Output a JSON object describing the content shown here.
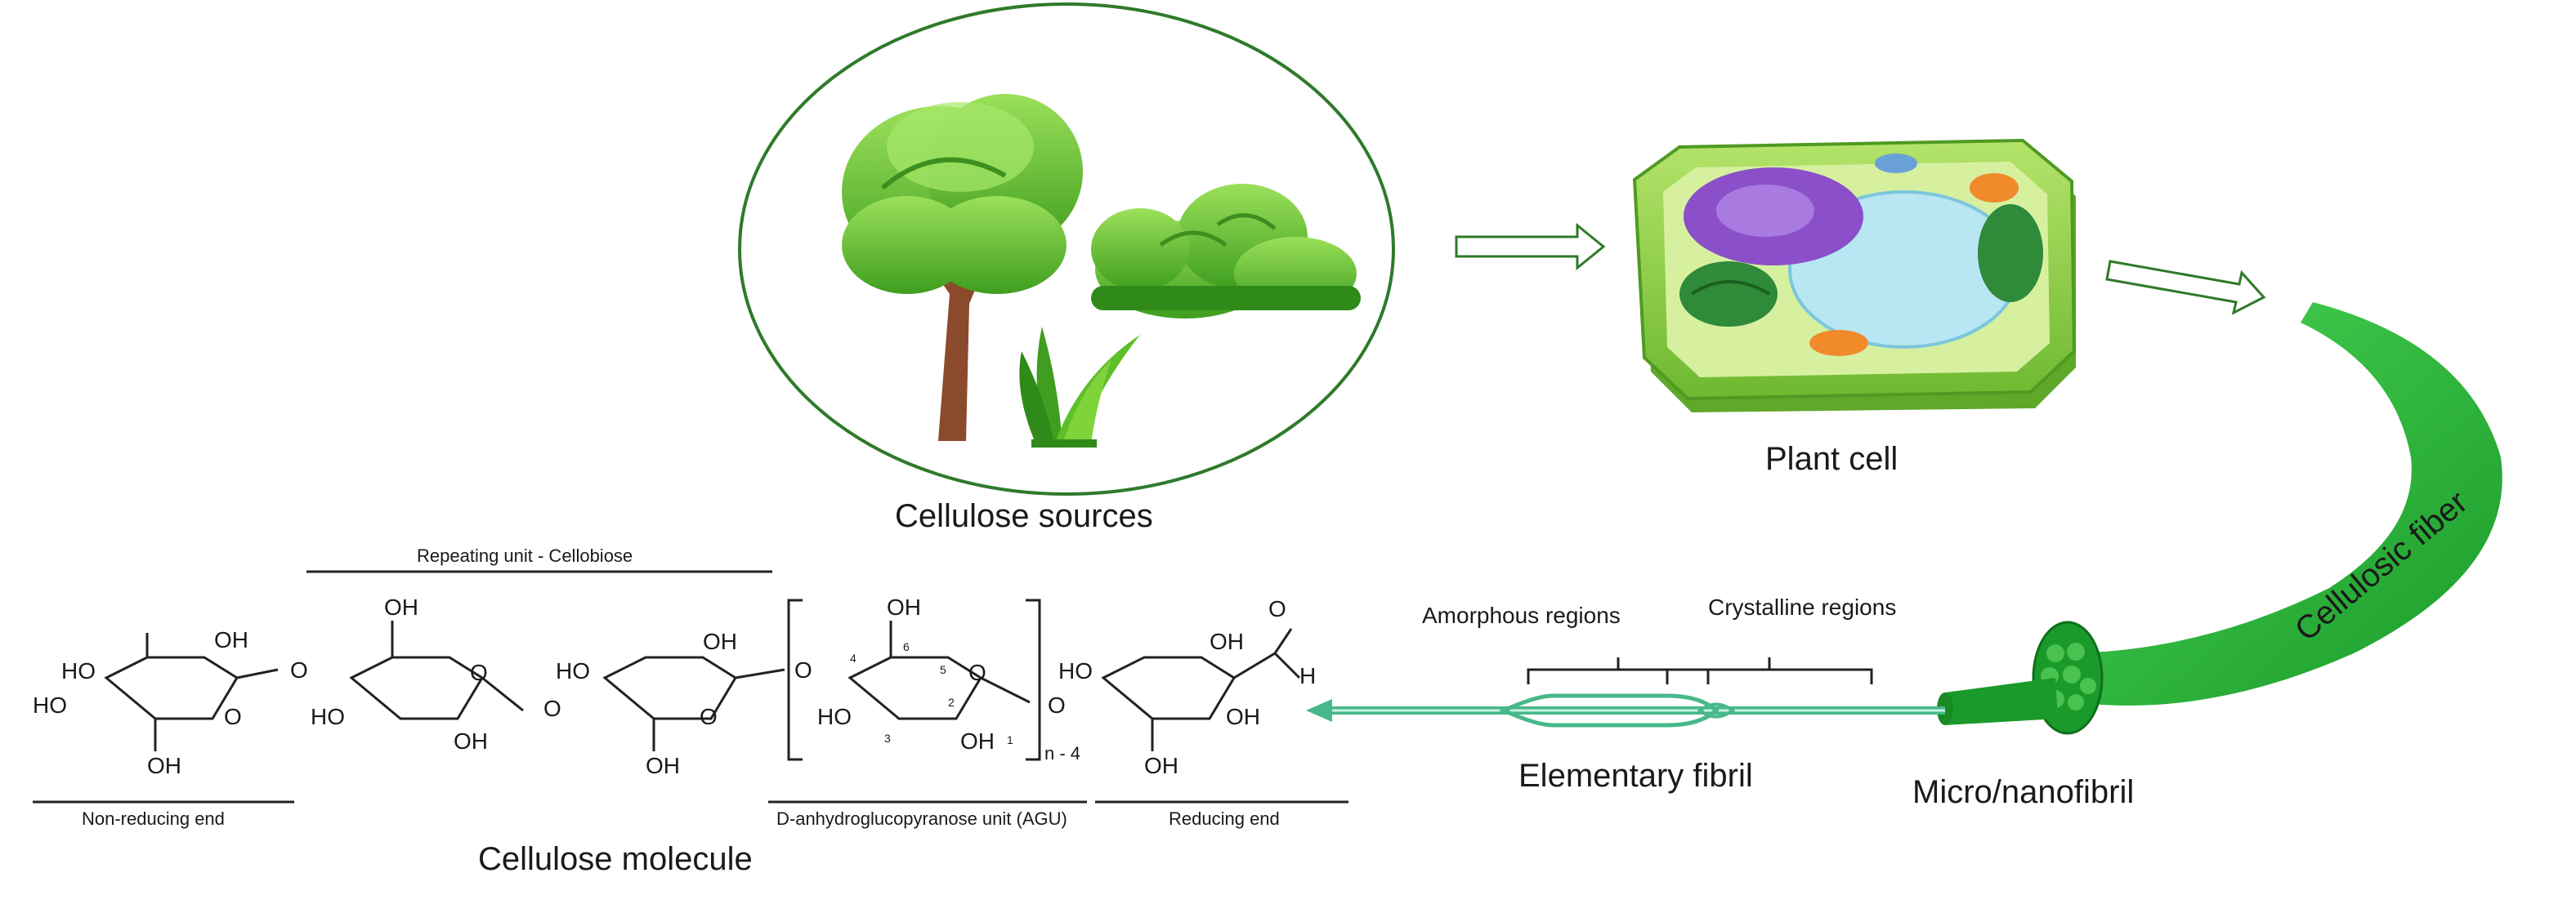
{
  "labels": {
    "cellulose_sources": "Cellulose sources",
    "plant_cell": "Plant cell",
    "cellulosic_fiber": "Cellulosic fiber",
    "micro_nanofibril": "Micro/nanofibril",
    "elementary_fibril": "Elementary fibril",
    "amorphous_regions": "Amorphous     regions",
    "crystalline_regions": "Crystalline     regions",
    "cellulose_molecule": "Cellulose molecule",
    "repeating_unit": "Repeating unit - Cellobiose",
    "non_reducing_end": "Non-reducing end",
    "agu": "D-anhydroglucopyranose unit (AGU)",
    "reducing_end": "Reducing end"
  },
  "chem": {
    "oh": "OH",
    "ho": "HO",
    "o": "O",
    "h": "H",
    "n_minus_4": "n - 4",
    "pos_1": "1",
    "pos_2": "2",
    "pos_3": "3",
    "pos_4": "4",
    "pos_5": "5",
    "pos_6": "6"
  },
  "colors": {
    "leaf": "#5fbf2a",
    "leaf_dark": "#2f8a1a",
    "trunk": "#8b4a2b",
    "fiber": "#2bbb3a",
    "fiber_dark": "#178a24",
    "cell_wall": "#8fd14f",
    "vacuole": "#b8e6f2",
    "nucleus": "#8a4fc9"
  }
}
